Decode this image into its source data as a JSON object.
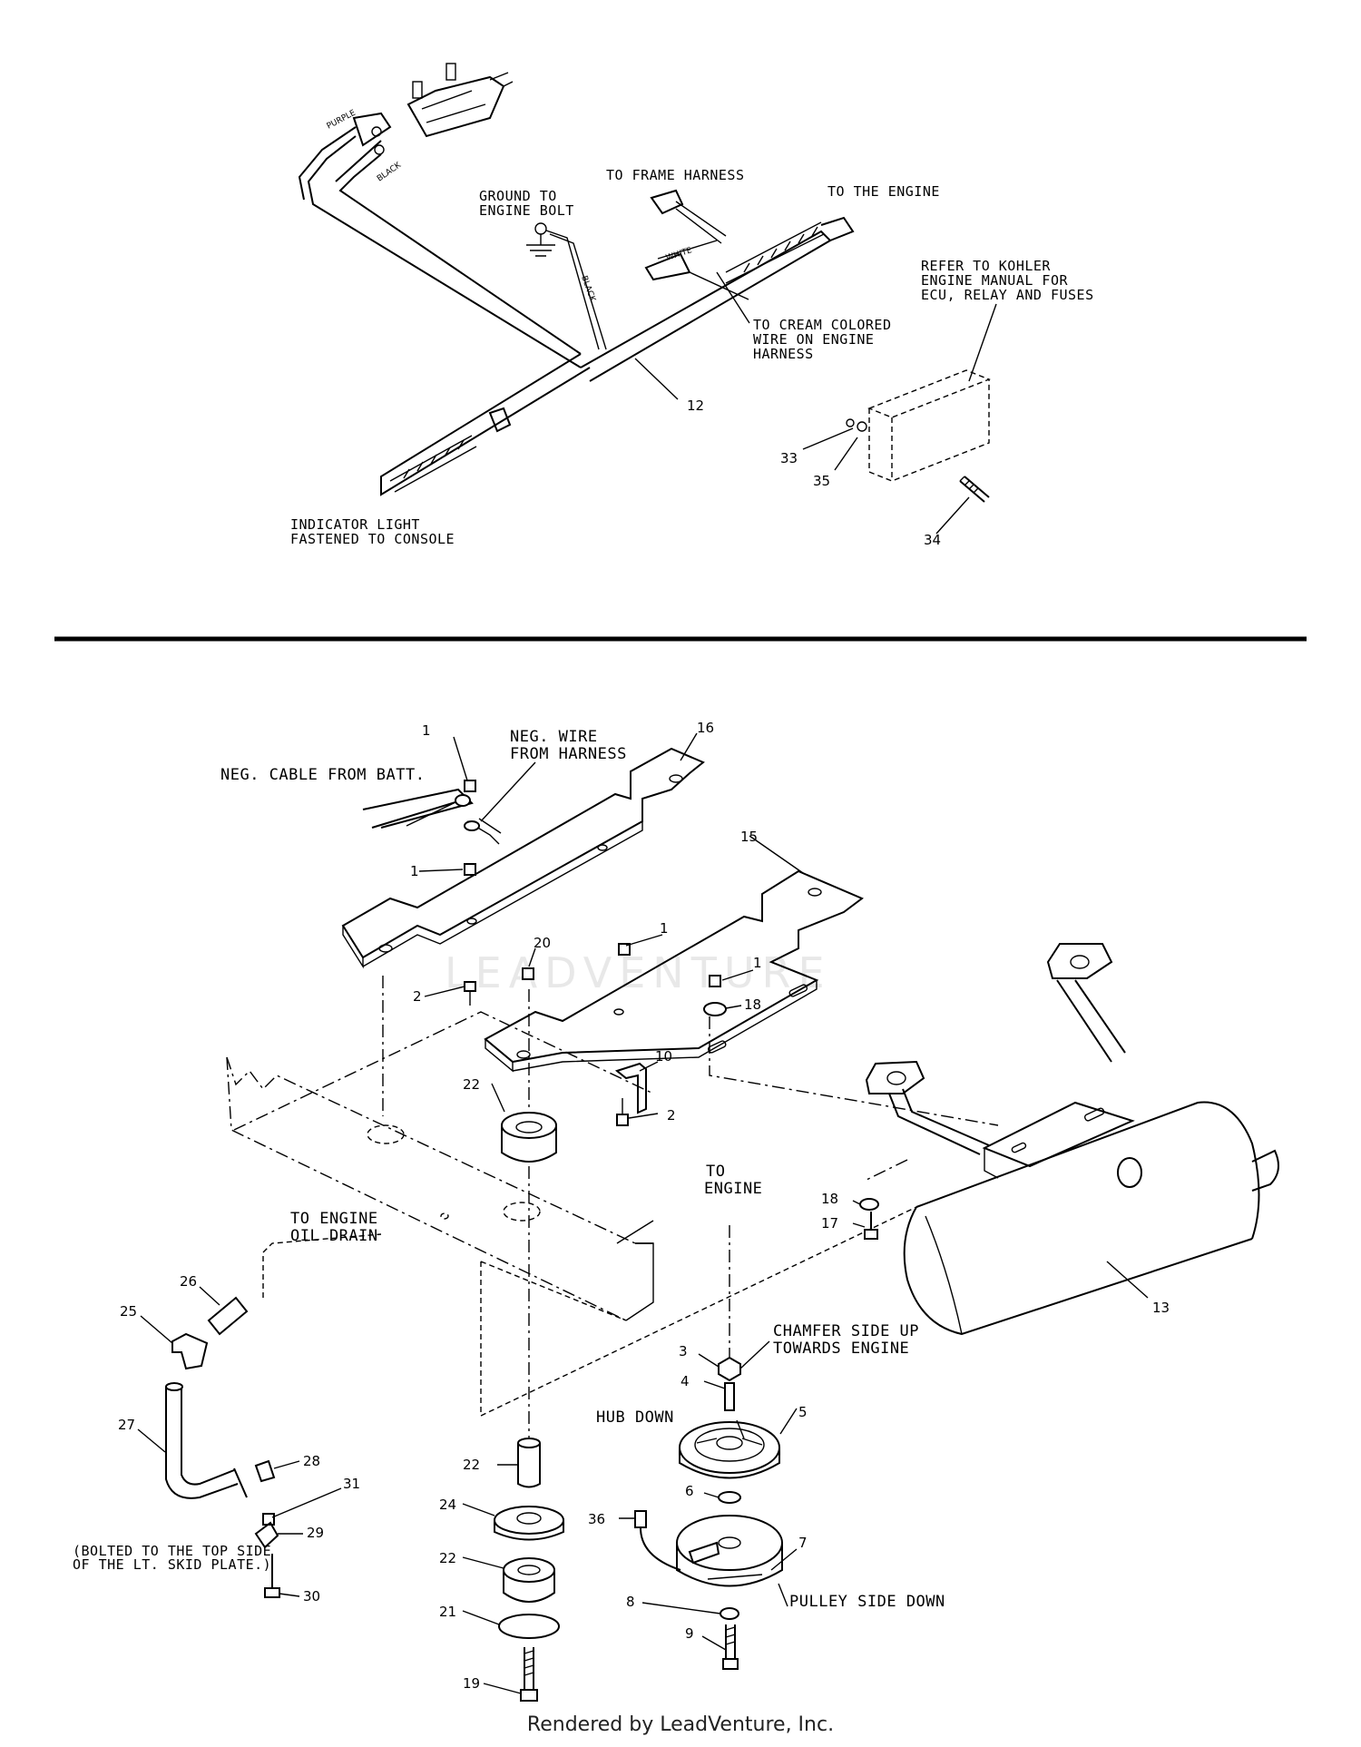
{
  "top": {
    "labels": {
      "purple": "PURPLE",
      "black_small": "BLACK",
      "white_small": "WHITE",
      "black_wire": "BLACK",
      "ground_1": "GROUND TO",
      "ground_2": "ENGINE BOLT",
      "frame_harness": "TO FRAME HARNESS",
      "engine": "TO THE ENGINE",
      "kohler_1": "REFER TO KOHLER",
      "kohler_2": "ENGINE MANUAL FOR",
      "kohler_3": "ECU, RELAY AND FUSES",
      "cream_1": "TO CREAM COLORED",
      "cream_2": "WIRE ON ENGINE",
      "cream_3": "HARNESS",
      "indicator_1": "INDICATOR LIGHT",
      "indicator_2": "FASTENED TO CONSOLE"
    },
    "callouts": {
      "c12": "12",
      "c33": "33",
      "c35": "35",
      "c34": "34"
    }
  },
  "bottom": {
    "labels": {
      "neg_cable": "NEG. CABLE FROM BATT.",
      "neg_wire_1": "NEG. WIRE",
      "neg_wire_2": "FROM HARNESS",
      "oil_1": "TO ENGINE",
      "oil_2": "OIL DRAIN",
      "to_engine_1": "TO",
      "to_engine_2": "ENGINE",
      "chamfer_1": "CHAMFER SIDE UP",
      "chamfer_2": "TOWARDS ENGINE",
      "hub_down": "HUB DOWN",
      "pulley_down": "PULLEY SIDE DOWN",
      "bolted_1": "(BOLTED TO THE TOP SIDE",
      "bolted_2": "OF THE LT. SKID PLATE.)"
    },
    "callouts": {
      "c1a": "1",
      "c1b": "1",
      "c1c": "1",
      "c1d": "1",
      "c16": "16",
      "c15": "15",
      "c2a": "2",
      "c2b": "2",
      "c20": "20",
      "c18a": "18",
      "c10": "10",
      "c22a": "22",
      "c26": "26",
      "c25": "25",
      "c27": "27",
      "c28": "28",
      "c31": "31",
      "c29": "29",
      "c30": "30",
      "c22b": "22",
      "c24": "24",
      "c22c": "22",
      "c21": "21",
      "c19": "19",
      "c18b": "18",
      "c17": "17",
      "c13": "13",
      "c3": "3",
      "c4": "4",
      "c5": "5",
      "c6": "6",
      "c36": "36",
      "c7": "7",
      "c8": "8",
      "c9": "9"
    }
  },
  "watermark": "LEADVENTURE",
  "footer": "Rendered by LeadVenture, Inc."
}
